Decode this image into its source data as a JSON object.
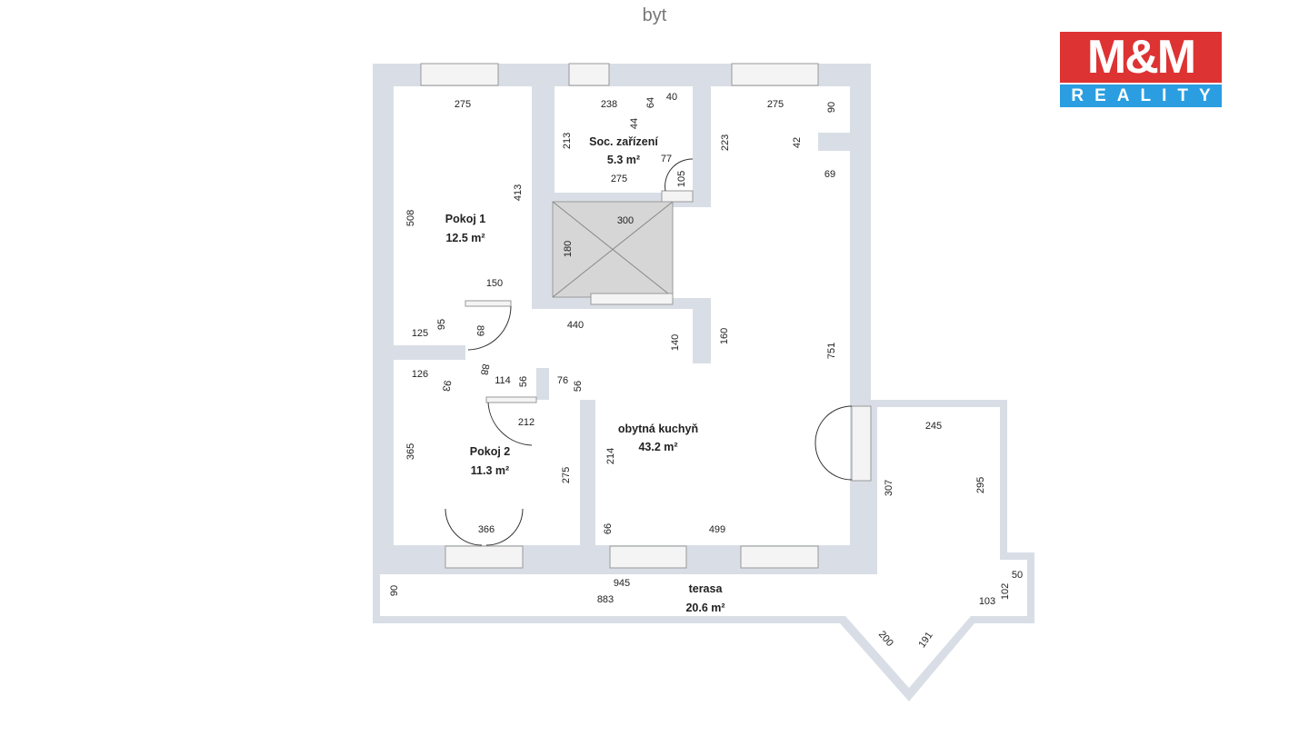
{
  "title": "byt",
  "logo": {
    "top": "M&M",
    "bottom": "REALITY",
    "colors": {
      "red": "#dd3333",
      "blue": "#2a9ee0"
    }
  },
  "rooms": [
    {
      "name": "Pokoj 1",
      "area": "12.5 m²"
    },
    {
      "name": "Soc. zařízení",
      "area": "5.3 m²"
    },
    {
      "name": "obytná kuchyň",
      "area": "43.2 m²"
    },
    {
      "name": "Pokoj 2",
      "area": "11.3 m²"
    },
    {
      "name": "terasa",
      "area": "20.6 m²"
    }
  ],
  "dims": [
    "275",
    "238",
    "40",
    "64",
    "275",
    "90",
    "213",
    "44",
    "77",
    "105",
    "223",
    "42",
    "69",
    "275",
    "413",
    "508",
    "300",
    "180",
    "150",
    "440",
    "95",
    "89",
    "125",
    "140",
    "160",
    "751",
    "126",
    "93",
    "88",
    "114",
    "56",
    "76",
    "56",
    "212",
    "245",
    "365",
    "214",
    "275",
    "307",
    "295",
    "366",
    "66",
    "499",
    "945",
    "883",
    "90",
    "50",
    "102",
    "103",
    "200",
    "191"
  ]
}
